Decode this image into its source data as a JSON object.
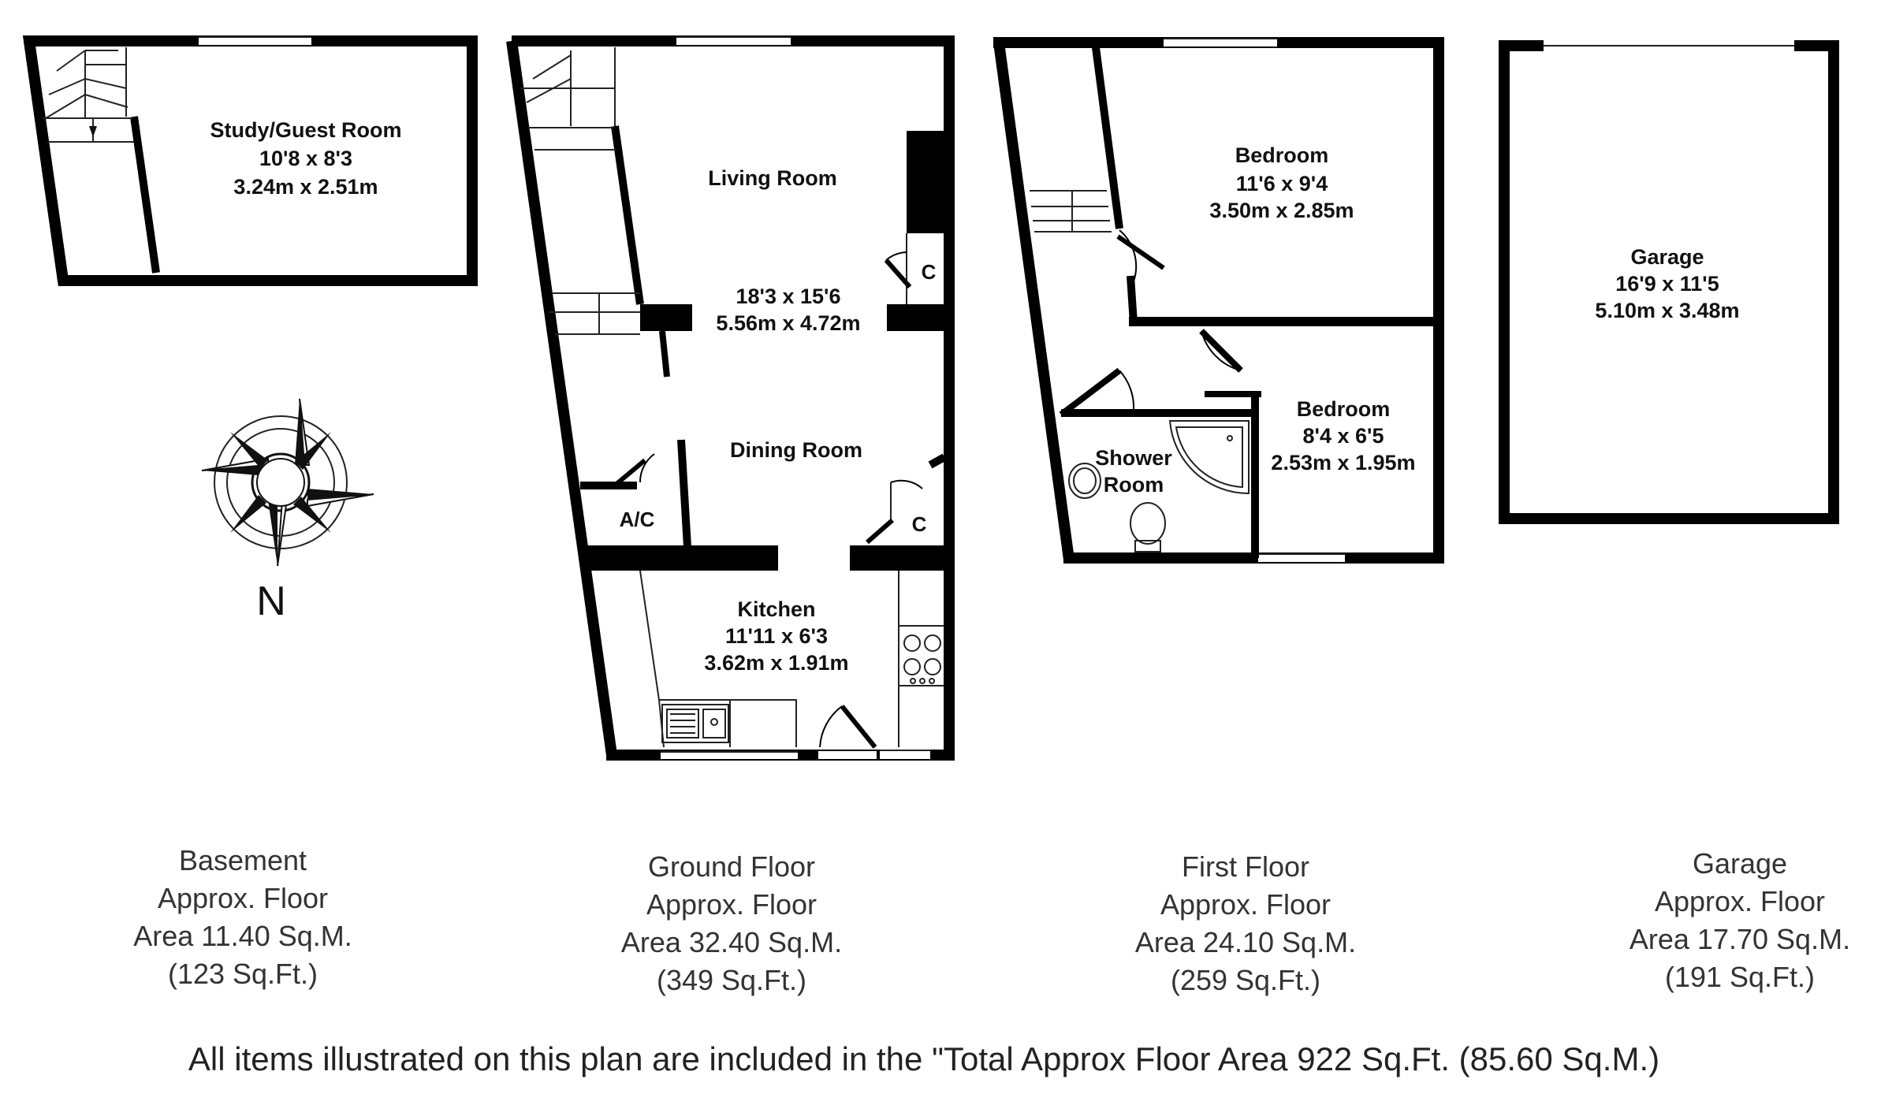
{
  "basement": {
    "room": {
      "name": "Study/Guest Room",
      "imperial": "10'8 x 8'3",
      "metric": "3.24m x 2.51m"
    },
    "caption": [
      "Basement",
      "Approx. Floor",
      "Area 11.40 Sq.M.",
      "(123 Sq.Ft.)"
    ]
  },
  "ground_floor": {
    "living_room": {
      "name": "Living Room",
      "imperial": "18'3 x 15'6",
      "metric": "5.56m x 4.72m"
    },
    "dining_room": {
      "name": "Dining Room"
    },
    "kitchen": {
      "name": "Kitchen",
      "imperial": "11'11 x 6'3",
      "metric": "3.62m x 1.91m"
    },
    "ac_label": "A/C",
    "cupboard_label": "C",
    "caption": [
      "Ground Floor",
      "Approx. Floor",
      "Area 32.40 Sq.M.",
      "(349 Sq.Ft.)"
    ]
  },
  "first_floor": {
    "bedroom_1": {
      "name": "Bedroom",
      "imperial": "11'6 x 9'4",
      "metric": "3.50m x 2.85m"
    },
    "bedroom_2": {
      "name": "Bedroom",
      "imperial": "8'4 x 6'5",
      "metric": "2.53m x 1.95m"
    },
    "shower_room": [
      "Shower",
      "Room"
    ],
    "caption": [
      "First Floor",
      "Approx. Floor",
      "Area 24.10 Sq.M.",
      "(259 Sq.Ft.)"
    ]
  },
  "garage": {
    "room": {
      "name": "Garage",
      "imperial": "16'9 x 11'5",
      "metric": "5.10m x 3.48m"
    },
    "caption": [
      "Garage",
      "Approx. Floor",
      "Area 17.70 Sq.M.",
      "(191 Sq.Ft.)"
    ]
  },
  "compass": {
    "label": "N"
  },
  "footer": "All items illustrated on this plan are included in the \"Total Approx Floor Area 922 Sq.Ft. (85.60 Sq.M.)"
}
